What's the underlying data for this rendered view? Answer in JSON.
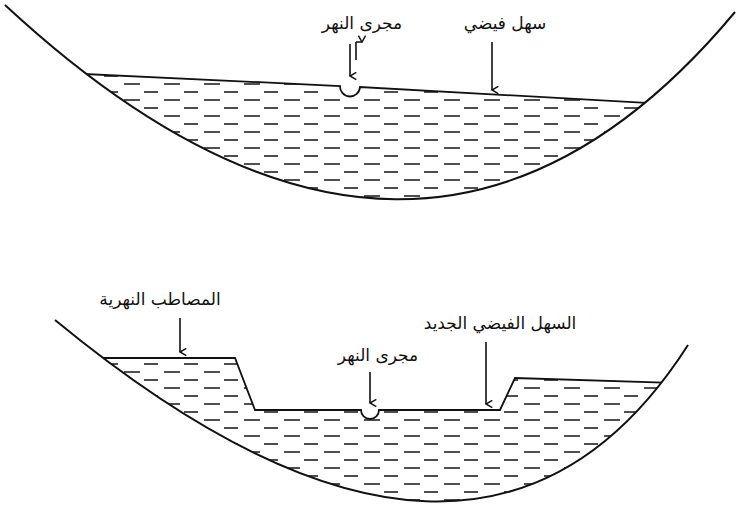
{
  "diagram": {
    "labels": [
      "مجرى النهر",
      "سهل فيضي",
      "المصاطب النهرية",
      "مجرى النهر",
      "السهل الفيضي الجديد"
    ]
  }
}
